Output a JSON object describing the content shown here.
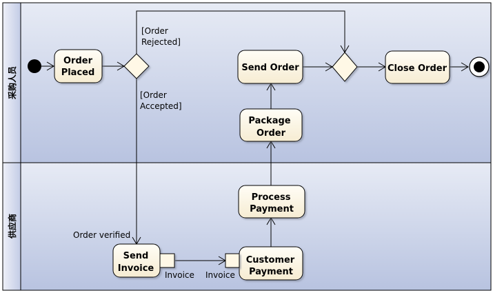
{
  "swimlanes": [
    {
      "label": "采购人员"
    },
    {
      "label": "供应商"
    }
  ],
  "actions": {
    "order_placed": [
      "Order",
      "Placed"
    ],
    "send_order": [
      "Send Order"
    ],
    "close_order": [
      "Close Order"
    ],
    "package_order": [
      "Package",
      "Order"
    ],
    "process_payment": [
      "Process",
      "Payment"
    ],
    "send_invoice": [
      "Send",
      "Invoice"
    ],
    "customer_payment": [
      "Customer",
      "Payment"
    ]
  },
  "guards": {
    "order_rejected": [
      "[Order",
      "Rejected]"
    ],
    "order_accepted": [
      "[Order",
      "Accepted]"
    ],
    "order_verified": "Order verified"
  },
  "pins": {
    "output_pin_label": "Invoice",
    "input_pin_label": "Invoice"
  },
  "colors": {
    "lane_gradient_top": "#e7ebf5",
    "lane_gradient_bottom": "#b8c3e0",
    "header_gradient_top": "#eef0f8",
    "header_gradient_bottom": "#c3cce6",
    "node_fill": "#fff8e6",
    "node_stroke": "#000000"
  }
}
